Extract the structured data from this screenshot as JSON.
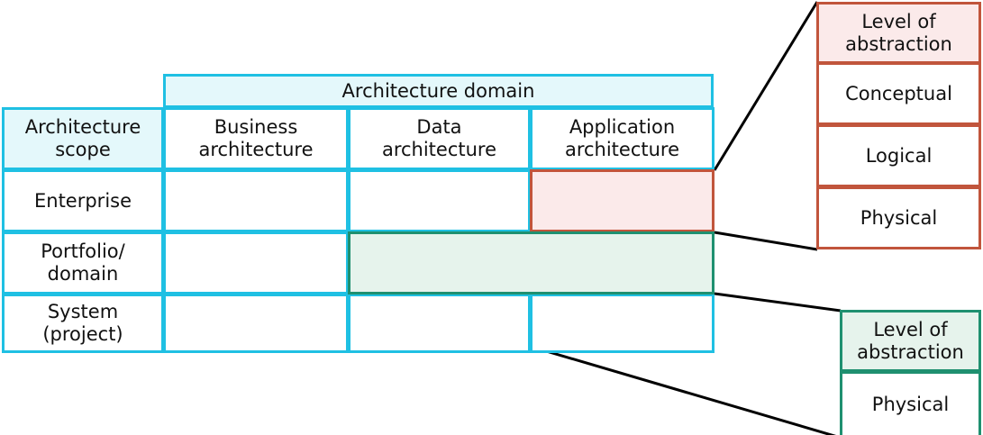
{
  "matrix": {
    "domain_header": "Architecture domain",
    "scope_header": "Architecture\nscope",
    "columns": [
      "Business\narchitecture",
      "Data\narchitecture",
      "Application\narchitecture"
    ],
    "rows": [
      "Enterprise",
      "Portfolio/\ndomain",
      "System\n(project)"
    ]
  },
  "callouts": {
    "enterprise_application": {
      "title": "Level of\nabstraction",
      "items": [
        "Conceptual",
        "Logical",
        "Physical"
      ],
      "accent": "#c1553c",
      "fill": "#fbeaea"
    },
    "portfolio_domain": {
      "title": "Level of\nabstraction",
      "items": [
        "Physical"
      ],
      "accent": "#1f9070",
      "fill": "#e6f3ec"
    }
  },
  "highlights": {
    "enterprise_application_cell": {
      "scope": "Enterprise",
      "domain": "Application architecture",
      "accent": "#c1553c"
    },
    "portfolio_data_application_span": {
      "scope": "Portfolio/domain",
      "domains": [
        "Data architecture",
        "Application architecture"
      ],
      "accent": "#1f9070"
    }
  },
  "colors": {
    "matrix_border": "#1fc0e3",
    "matrix_header_fill": "#e4f8fb",
    "connector_line": "#000000"
  }
}
